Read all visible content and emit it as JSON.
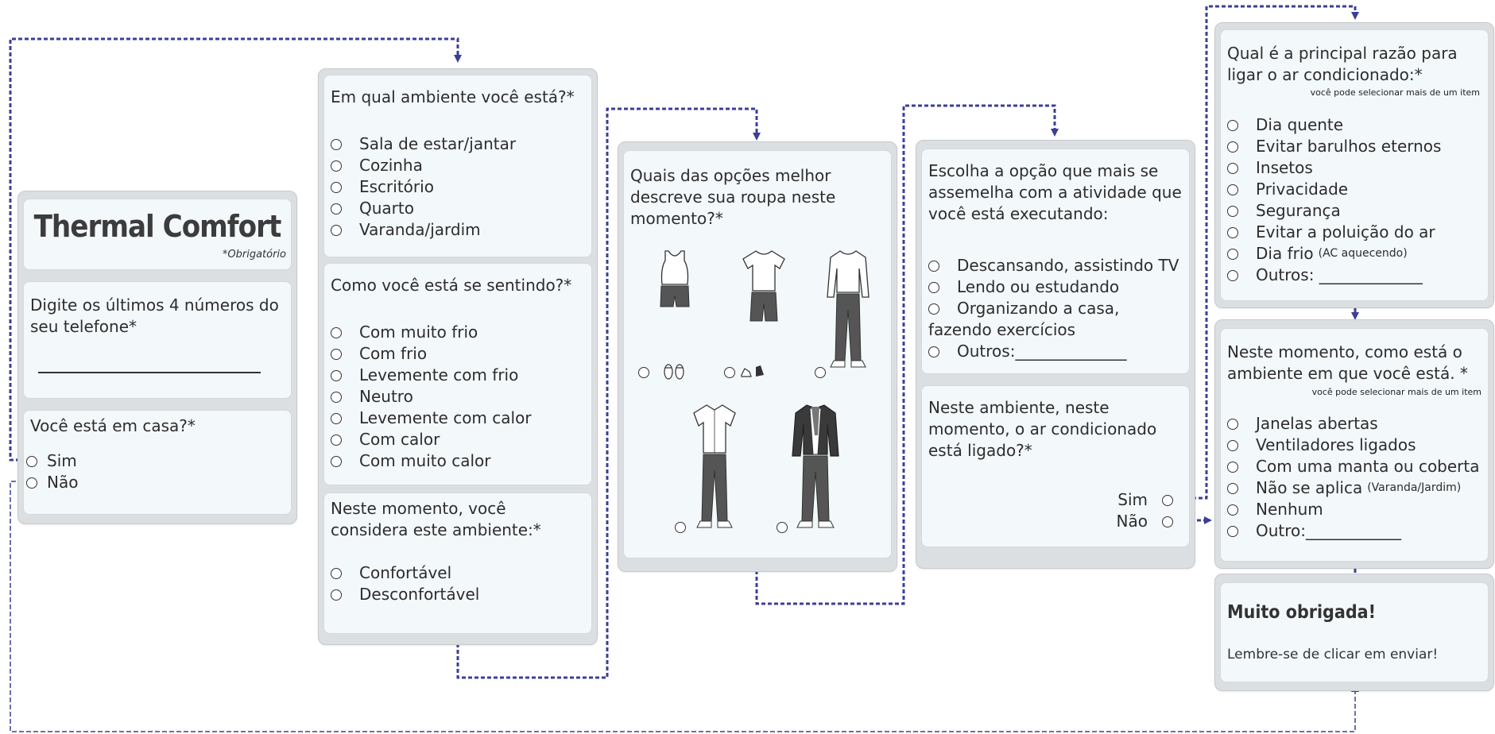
{
  "colors": {
    "connector": "#3b3f97",
    "panel": "#dcdfe2",
    "card": "#f3f8fa"
  },
  "panel1": {
    "title": "Thermal Comfort",
    "required_note": "*Obrigatório",
    "phone_question": "Digite os últimos 4 números do seu telefone*",
    "home_question": "Você está em casa?*",
    "home_options": [
      "Sim",
      "Não"
    ]
  },
  "panel2": {
    "room_question": "Em qual ambiente você está?*",
    "room_options": [
      "Sala de estar/jantar",
      "Cozinha",
      "Escritório",
      "Quarto",
      "Varanda/jardim"
    ],
    "feeling_question": "Como você está se sentindo?*",
    "feeling_options": [
      "Com muito frio",
      "Com frio",
      "Levemente com frio",
      "Neutro",
      "Levemente com calor",
      "Com calor",
      "Com muito calor"
    ],
    "env_question": "Neste momento, você considera este ambiente:*",
    "env_options": [
      "Confortável",
      "Desconfortável"
    ]
  },
  "panel3": {
    "clothing_question": "Quais das opções melhor descreve sua roupa neste momento?*",
    "clothing_icons": [
      "tank-top-shorts-sandals",
      "tshirt-shorts-sneakers",
      "longsleeve-pants-shoes",
      "shortsleeve-shirt-pants-shoes",
      "jacket-scarf-pants-shoes"
    ]
  },
  "panel4": {
    "activity_question": "Escolha a opção que mais se assemelha com a atividade que você está executando:",
    "activity_options": [
      "Descansando, assistindo TV",
      "Lendo ou estudando",
      "Organizando a casa,",
      "fazendo exercícios",
      "Outros:______________"
    ],
    "ac_question": "Neste ambiente, neste momento, o ar condicionado está ligado?*",
    "ac_options": [
      "Sim",
      "Não"
    ]
  },
  "panel5": {
    "reason_question": "Qual é a principal razão para ligar o ar condicionado:*",
    "reason_note": "você pode selecionar mais de um item",
    "reason_options": [
      "Dia quente",
      "Evitar barulhos eternos",
      "Insetos",
      "Privacidade",
      "Segurança",
      "Evitar a poluição do ar",
      "Dia frio",
      "Outros: _____________"
    ],
    "reason_option_7_suffix": "(AC aquecendo)"
  },
  "panel6": {
    "state_question": "Neste momento, como está o ambiente em que você está. *",
    "state_note": "você pode selecionar mais de um item",
    "state_options": [
      "Janelas abertas",
      "Ventiladores  ligados",
      "Com uma manta ou coberta",
      "Não se aplica",
      "Nenhum",
      "Outro:____________"
    ],
    "state_option_4_suffix": "(Varanda/Jardim)"
  },
  "panel7": {
    "thanks_title": "Muito obrigada!",
    "thanks_text": "Lembre-se de clicar em enviar!"
  }
}
